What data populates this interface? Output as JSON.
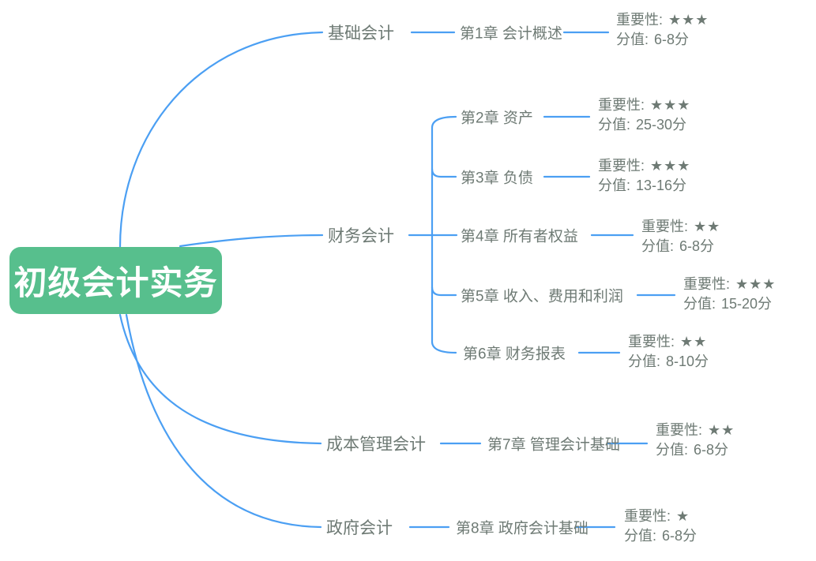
{
  "root": {
    "label": "初级会计实务"
  },
  "colors": {
    "line": "#4b9ff3",
    "root_bg": "#57bf8d",
    "root_text": "#ffffff",
    "text": "#6e7a74"
  },
  "branches": [
    {
      "label": "基础会计",
      "chapters": [
        {
          "label": "第1章 会计概述",
          "importance_label": "重要性:",
          "stars": "★★★",
          "score_label": "分值:",
          "score": "6-8分"
        }
      ]
    },
    {
      "label": "财务会计",
      "chapters": [
        {
          "label": "第2章 资产",
          "importance_label": "重要性:",
          "stars": "★★★",
          "score_label": "分值:",
          "score": "25-30分"
        },
        {
          "label": "第3章 负债",
          "importance_label": "重要性:",
          "stars": "★★★",
          "score_label": "分值:",
          "score": "13-16分"
        },
        {
          "label": "第4章 所有者权益",
          "importance_label": "重要性:",
          "stars": "★★",
          "score_label": "分值:",
          "score": "6-8分"
        },
        {
          "label": "第5章 收入、费用和利润",
          "importance_label": "重要性:",
          "stars": "★★★",
          "score_label": "分值:",
          "score": "15-20分"
        },
        {
          "label": "第6章 财务报表",
          "importance_label": "重要性:",
          "stars": "★★",
          "score_label": "分值:",
          "score": "8-10分"
        }
      ]
    },
    {
      "label": "成本管理会计",
      "chapters": [
        {
          "label": "第7章 管理会计基础",
          "importance_label": "重要性:",
          "stars": "★★",
          "score_label": "分值:",
          "score": "6-8分"
        }
      ]
    },
    {
      "label": "政府会计",
      "chapters": [
        {
          "label": "第8章 政府会计基础",
          "importance_label": "重要性:",
          "stars": "★",
          "score_label": "分值:",
          "score": "6-8分"
        }
      ]
    }
  ]
}
